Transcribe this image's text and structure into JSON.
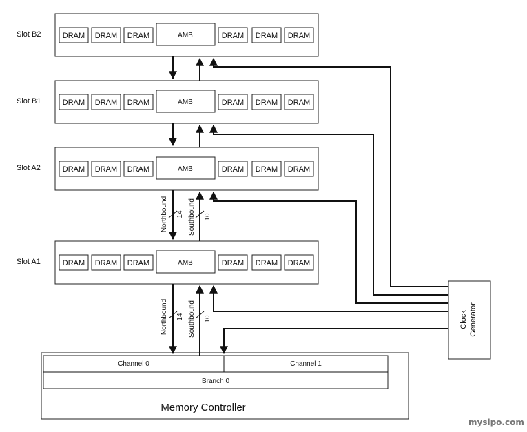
{
  "slots": [
    {
      "label": "Slot B2",
      "amb": "AMB",
      "chips": [
        "DRAM",
        "DRAM",
        "DRAM",
        "DRAM",
        "DRAM",
        "DRAM"
      ]
    },
    {
      "label": "Slot B1",
      "amb": "AMB",
      "chips": [
        "DRAM",
        "DRAM",
        "DRAM",
        "DRAM",
        "DRAM",
        "DRAM"
      ]
    },
    {
      "label": "Slot A2",
      "amb": "AMB",
      "chips": [
        "DRAM",
        "DRAM",
        "DRAM",
        "DRAM",
        "DRAM",
        "DRAM"
      ]
    },
    {
      "label": "Slot A1",
      "amb": "AMB",
      "chips": [
        "DRAM",
        "DRAM",
        "DRAM",
        "DRAM",
        "DRAM",
        "DRAM"
      ]
    }
  ],
  "links": {
    "northbound": "Northbound",
    "northbound_bits": "14",
    "southbound": "Southbound",
    "southbound_bits": "10"
  },
  "controller": {
    "title": "Memory Controller",
    "channel0": "Channel 0",
    "channel1": "Channel 1",
    "branch": "Branch 0"
  },
  "clock": {
    "line1": "Clock",
    "line2": "Generator"
  },
  "watermark": "mysipo.com"
}
